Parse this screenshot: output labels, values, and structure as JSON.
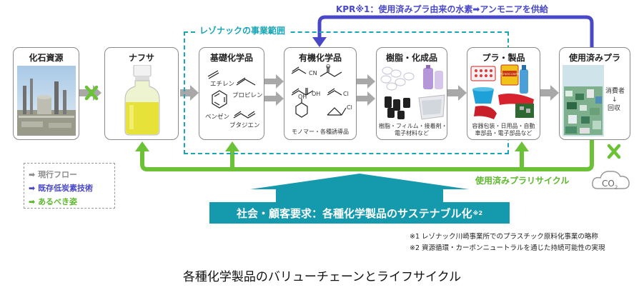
{
  "kpr_note": "KPR※1：使用済みプラ由来の水素➡アンモニアを供給",
  "business_range_label": "レゾナックの事業範囲",
  "boxes": {
    "fossil": {
      "title": "化石資源"
    },
    "naphtha": {
      "title": "ナフサ"
    },
    "basic": {
      "title": "基礎化学品",
      "compounds": [
        "エチレン",
        "プロピレン",
        "ベンゼン",
        "ブタジエン"
      ]
    },
    "organic": {
      "title": "有機化学品",
      "compounds": [
        "CN",
        "O",
        "OH",
        "Cl",
        "OH",
        "Cl"
      ],
      "caption": "モノマー・各種誘導品"
    },
    "resin": {
      "title": "樹脂・化成品",
      "caption_line1": "樹脂・フィルム・接着剤・",
      "caption_line2": "電子材料など"
    },
    "products": {
      "title": "プラ・製品",
      "caption_line1": "容器包装・日用品・自動",
      "caption_line2": "車部品・電子部品など",
      "chip_label": "POTATO CHIPS"
    },
    "used": {
      "title": "使用済みプラ",
      "side_text": [
        "消費者",
        "↓",
        "回収"
      ]
    }
  },
  "recycle_label": "使用済みプラリサイクル",
  "co2_label": "CO",
  "co2_sub": "2",
  "legend": [
    {
      "label": "現行フロー",
      "color": "#8c8c8c"
    },
    {
      "label": "既存低炭素技術",
      "color": "#4848c8"
    },
    {
      "label": "あるべき姿",
      "color": "#5cb82c"
    }
  ],
  "banner": {
    "text": "社会・顧客要求：各種化学製品のサステナブル化",
    "sup": "※2"
  },
  "notes": [
    "※1 レゾナック川崎事業所でのプラスチック原料化事業の略称",
    "※2 資源循環・カーボンニュートラルを通じた持続可能性の実現"
  ],
  "caption": "各種化学製品のバリューチェーンとライフサイクル"
}
